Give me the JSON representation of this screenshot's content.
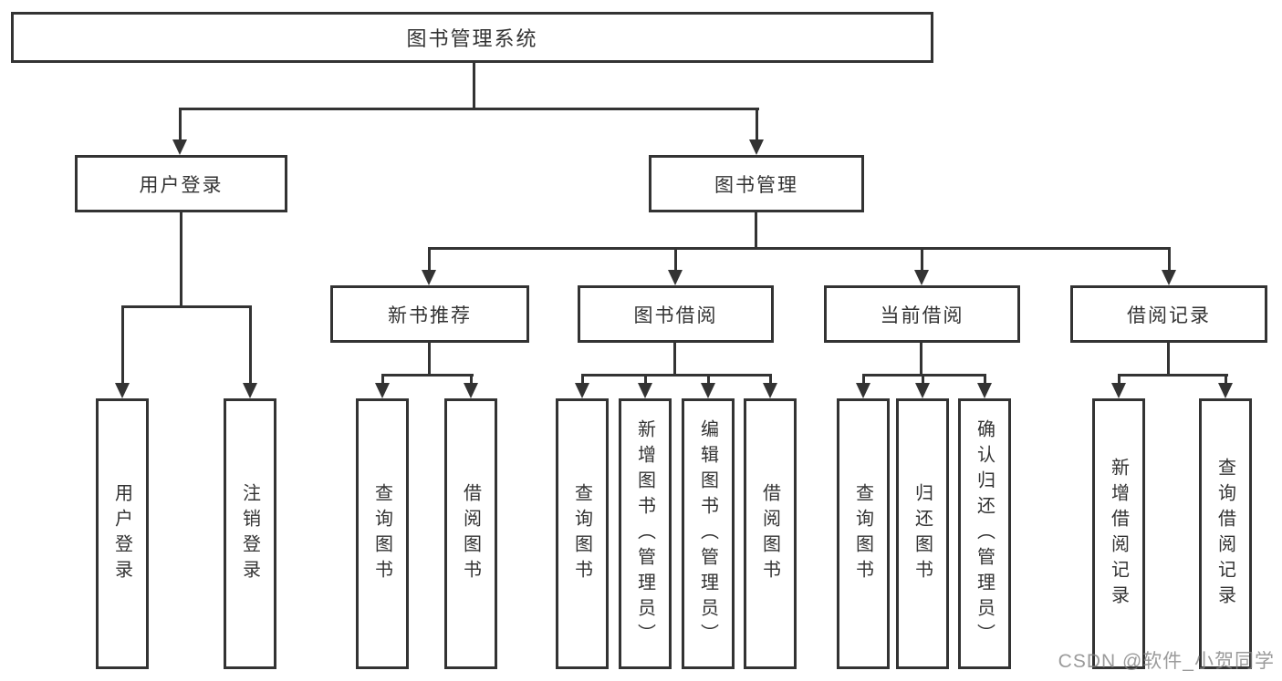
{
  "nodes": {
    "root": "图书管理系统",
    "user_login": "用户登录",
    "book_mgmt": "图书管理",
    "new_book": "新书推荐",
    "book_borrow": "图书借阅",
    "current_borrow": "当前借阅",
    "borrow_record": "借阅记录",
    "leaves": {
      "user_login_1": "用户登录",
      "user_login_2": "注销登录",
      "new_book_1": "查询图书",
      "new_book_2": "借阅图书",
      "book_borrow_1": "查询图书",
      "book_borrow_2": "新增图书（管理员）",
      "book_borrow_3": "编辑图书（管理员）",
      "book_borrow_4": "借阅图书",
      "current_borrow_1": "查询图书",
      "current_borrow_2": "归还图书",
      "current_borrow_3": "确认归还（管理员）",
      "borrow_record_1": "新增借阅记录",
      "borrow_record_2": "查询借阅记录"
    }
  },
  "watermark": "CSDN @软件_小贺同学",
  "colors": {
    "line": "#333333",
    "text": "#333333",
    "background": "#ffffff",
    "watermark": "#828282"
  }
}
